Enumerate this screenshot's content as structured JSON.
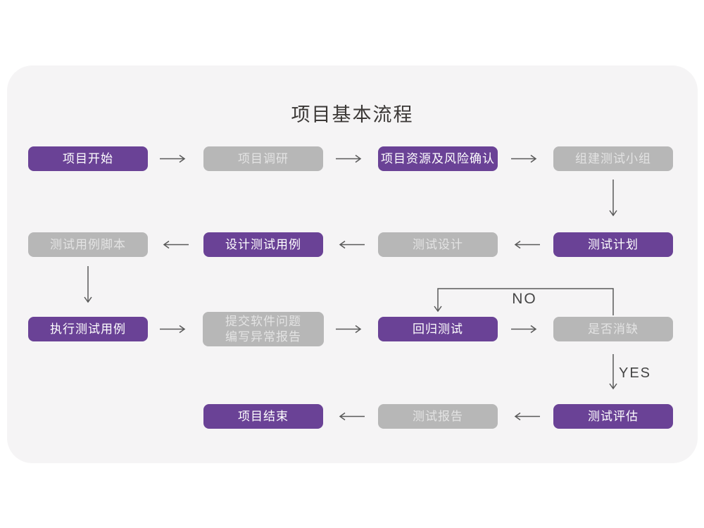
{
  "page": {
    "title": "项目基本流程"
  },
  "colors": {
    "accent_purple": "#6a4296",
    "node_gray": "#b7b7b7",
    "card_background": "#f5f4f5",
    "page_background": "#ffffff",
    "arrow": "#595959",
    "title_text": "#3b3836"
  },
  "nodes": [
    {
      "id": "project-start",
      "label": "项目开始",
      "variant": "purple"
    },
    {
      "id": "project-research",
      "label": "项目调研",
      "variant": "gray"
    },
    {
      "id": "resources-risk",
      "label": "项目资源及风险确认",
      "variant": "purple"
    },
    {
      "id": "build-test-team",
      "label": "组建测试小组",
      "variant": "gray"
    },
    {
      "id": "test-plan",
      "label": "测试计划",
      "variant": "purple"
    },
    {
      "id": "test-design",
      "label": "测试设计",
      "variant": "gray"
    },
    {
      "id": "design-test-cases",
      "label": "设计测试用例",
      "variant": "purple"
    },
    {
      "id": "test-case-script",
      "label": "测试用例脚本",
      "variant": "gray"
    },
    {
      "id": "run-test-cases",
      "label": "执行测试用例",
      "variant": "purple"
    },
    {
      "id": "submit-issue-report",
      "line1": "提交软件问题",
      "line2": "编写异常报告",
      "variant": "gray"
    },
    {
      "id": "regression-test",
      "label": "回归测试",
      "variant": "purple"
    },
    {
      "id": "defect-cleared",
      "label": "是否消缺",
      "variant": "gray"
    },
    {
      "id": "test-evaluation",
      "label": "测试评估",
      "variant": "purple"
    },
    {
      "id": "test-report",
      "label": "测试报告",
      "variant": "gray"
    },
    {
      "id": "project-end",
      "label": "项目结束",
      "variant": "purple"
    }
  ],
  "edge_labels": {
    "no": "NO",
    "yes": "YES"
  }
}
